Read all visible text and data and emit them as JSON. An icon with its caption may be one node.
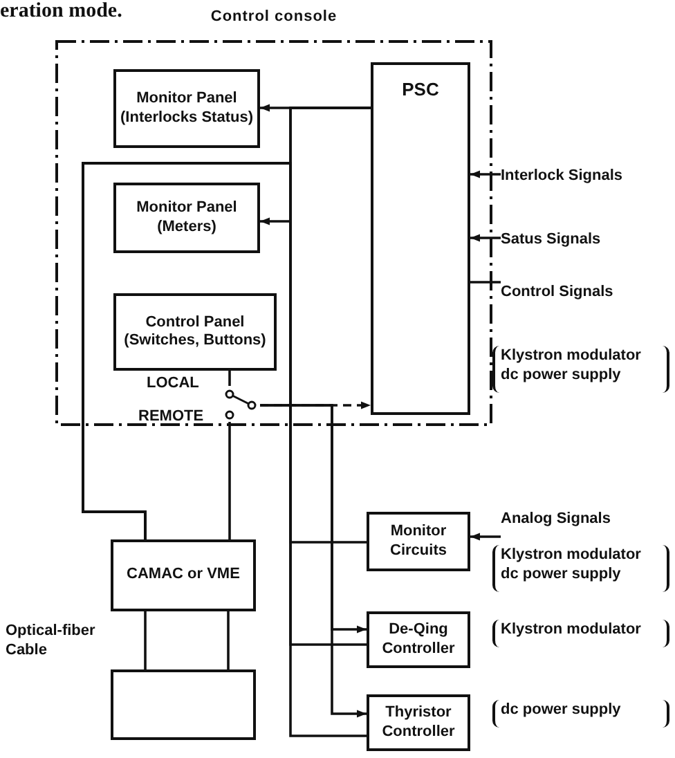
{
  "diagram": {
    "nodes": [
      {
        "text": [
          "Control console"
        ]
      },
      {
        "text": [
          "Monitor Panel",
          "(Interlocks Status)"
        ],
        "in": 0
      },
      {
        "text": [
          "PSC"
        ],
        "in": 0
      },
      {
        "text": [
          "Monitor Panel",
          "(Meters)"
        ],
        "in": 0
      },
      {
        "text": [
          "Control Panel",
          "(Switches, Buttons)"
        ],
        "in": 0
      },
      {
        "text": [
          "Interlock Signals"
        ]
      },
      {
        "text": [
          "Satus Signals"
        ]
      },
      {
        "text": [
          "Control Signals"
        ]
      },
      {
        "text": [
          "CAMAC or VME"
        ]
      },
      {
        "text": [],
        "shape": "box"
      },
      {
        "text": [
          "Monitor Circuits"
        ]
      },
      {
        "text": [
          "Analog Signals"
        ]
      },
      {
        "text": [
          "De-Qing Controller"
        ]
      },
      {
        "text": [
          "Thyristor Controller"
        ]
      },
      {
        "text": [],
        "shape": "switch",
        "in": 0
      }
    ],
    "edges": [
      {
        "from": 5,
        "to": 2,
        "arrow": "to"
      },
      {
        "from": 6,
        "to": 2,
        "arrow": "to"
      },
      {
        "from": 2,
        "to": 7,
        "arrow": "none"
      },
      {
        "from": 2,
        "to": 1,
        "arrow": "to"
      },
      {
        "from": 2,
        "to": 3,
        "arrow": "to"
      },
      {
        "from": 8,
        "to": 2,
        "arrow": "none"
      },
      {
        "from": 4,
        "to": 14,
        "arrow": "none"
      },
      {
        "from": 8,
        "to": 14,
        "arrow": "none"
      },
      {
        "from": 14,
        "to": 2,
        "arrow": "to",
        "style": "dashed"
      },
      {
        "from": 14,
        "to": 12,
        "arrow": "to"
      },
      {
        "from": 14,
        "to": 13,
        "arrow": "to"
      },
      {
        "from": 8,
        "to": 10,
        "arrow": "none"
      },
      {
        "from": 8,
        "to": 12,
        "arrow": "none"
      },
      {
        "from": 8,
        "to": 13,
        "arrow": "none"
      },
      {
        "from": 11,
        "to": 10,
        "arrow": "to"
      },
      {
        "from": 8,
        "to": 9,
        "arrow": "none"
      },
      {
        "from": 8,
        "to": 9,
        "arrow": "none"
      }
    ],
    "labels": [
      "eration mode.",
      "LOCAL",
      "REMOTE",
      "Optical-fiber Cable",
      "Klystron modulator dc power supply",
      "Klystron modulator dc power supply",
      "Klystron modulator",
      "dc power supply"
    ]
  }
}
